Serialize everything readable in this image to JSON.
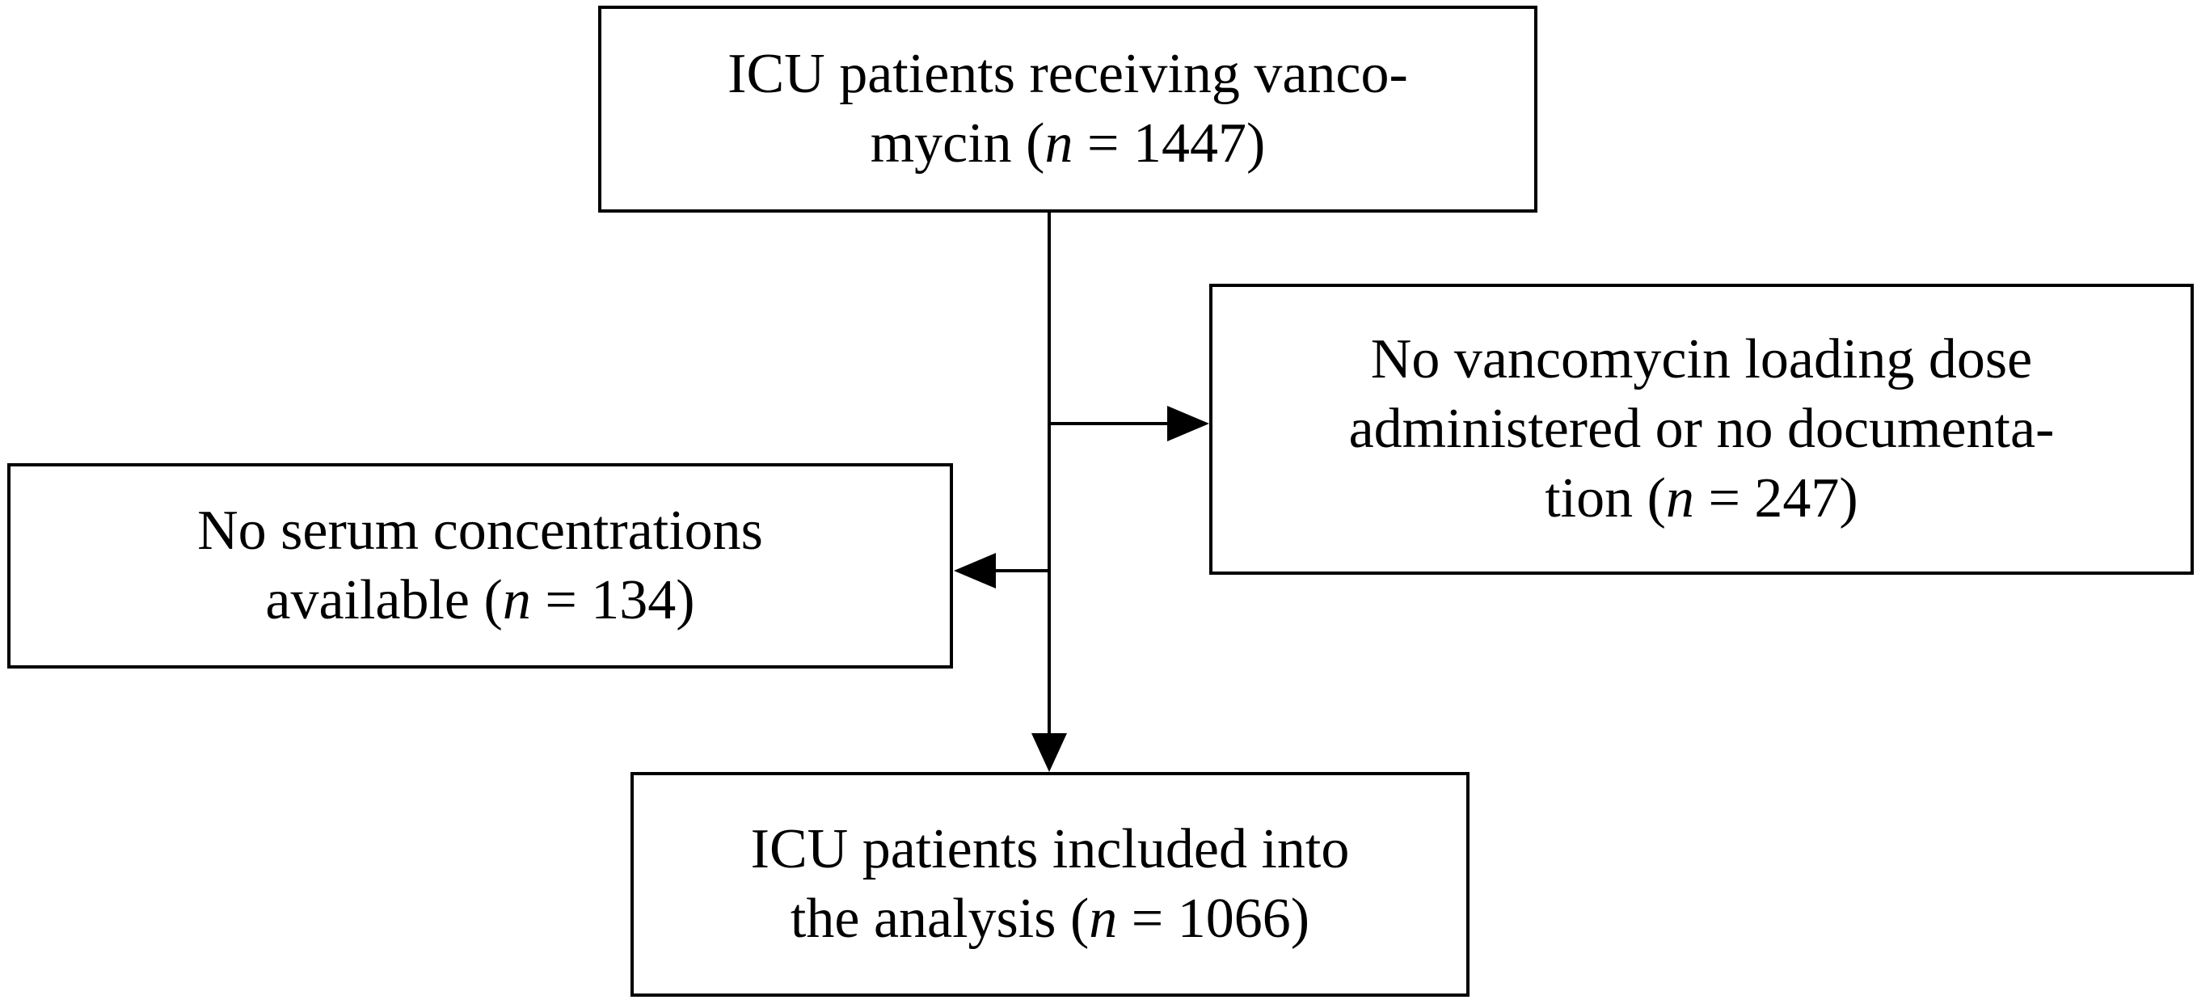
{
  "diagram": {
    "start": {
      "line1": "ICU patients receiving vanco-",
      "line2_pre": "mycin (",
      "n_symbol": "n",
      "line2_post": " = 1447)"
    },
    "exclusion_1": {
      "line1": "No vancomycin loading dose",
      "line2": "administered or no documenta-",
      "line3_pre": "tion (",
      "n_symbol": "n",
      "line3_post": " = 247)"
    },
    "exclusion_2": {
      "line1": "No serum concentrations",
      "line2_pre": "available (",
      "n_symbol": "n",
      "line2_post": " = 134)"
    },
    "final": {
      "line1": "ICU patients included into",
      "line2_pre": "the analysis (",
      "n_symbol": "n",
      "line2_post": " = 1066)"
    }
  }
}
